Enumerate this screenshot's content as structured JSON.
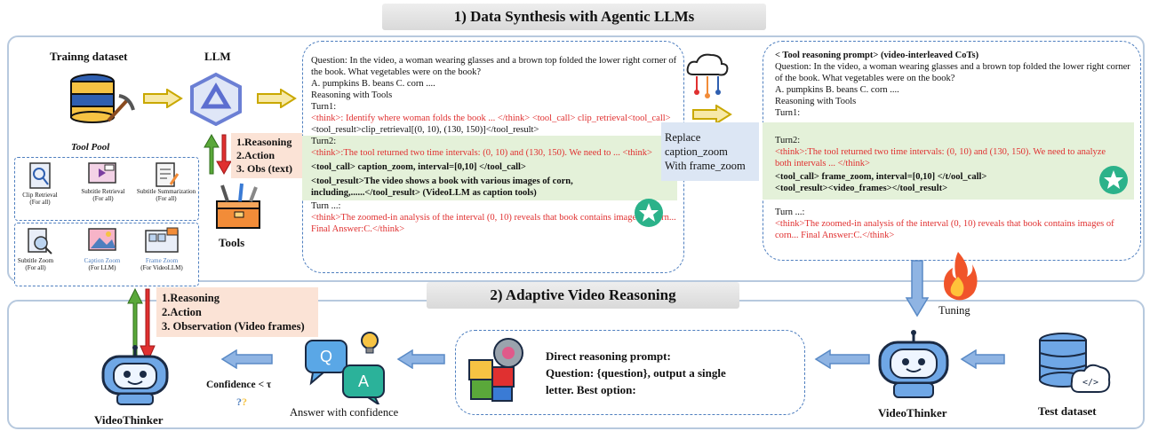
{
  "banners": {
    "top": "1) Data Synthesis with Agentic LLMs",
    "bottom": "2) Adaptive Video Reasoning"
  },
  "left_panel": {
    "training_dataset": "Trainng dataset",
    "llm": "LLM",
    "tools": "Tools",
    "tool_pool_title": "Tool Pool",
    "tools_list": [
      {
        "name": "Clip Retrieval",
        "scope": "(For all)"
      },
      {
        "name": "Subtitle Retrieval",
        "scope": "(For all)"
      },
      {
        "name": "Subtitle Summarization",
        "scope": "(For all)"
      },
      {
        "name": "Subtitle Zoom",
        "scope": "(For all)"
      },
      {
        "name": "Caption Zoom",
        "scope": "(For LLM)"
      },
      {
        "name": "Frame Zoom",
        "scope": "(For VideoLLM)"
      }
    ],
    "steps": [
      "1.Reasoning",
      "2.Action",
      "3. Obs (text)"
    ]
  },
  "cot_box": {
    "question": "Question: In the video, a woman wearing glasses and a brown top folded the lower right corner of the book. What vegetables were on the book?",
    "options": "A. pumpkins B. beans C. corn ....",
    "reasoning": "Reasoning with Tools",
    "turn1": "Turn1:",
    "turn1_think": "<think>: Identify where woman folds the book ... </think> <tool_call> clip_retrieval<tool_call>",
    "turn1_result": "<tool_result>clip_retrieval[(0, 10), (130, 150)]</tool_result>",
    "turn2": "Turn2:",
    "turn2_think": "<think>:The tool returned two time intervals: (0, 10) and (130, 150). We need to ... <think>",
    "turn2_call": "<tool_call> caption_zoom, interval=[0,10] </tool_call>",
    "turn2_result": "<tool_result>The video shows a book with various images of corn, including,......</tool_result>   (VideoLLM as caption tools)",
    "turn_n": "Turn ...:",
    "turn_n_think": "<think>The zoomed-in analysis of the interval (0, 10) reveals that book contains images of corn... Final Answer:C.</think>"
  },
  "replace_box": {
    "line1": "Replace",
    "line2": "caption_zoom",
    "line3": "With frame_zoom"
  },
  "tool_prompt_box": {
    "header": "< Tool reasoning prompt>  (video-interleaved CoTs)",
    "question": "Question: In the video, a woman wearing glasses and a brown top folded the lower right corner of the book. What vegetables were on the book?",
    "options": "A. pumpkins B. beans C. corn ....",
    "reasoning": "Reasoning with Tools",
    "turn1": "Turn1:",
    "turn2": "Turn2:",
    "turn2_think": "<think>:The tool returned two time intervals: (0, 10) and (130, 150). We need to analyze both intervals ... </think>",
    "turn2_call": "<tool_call> frame_zoom, interval=[0,10] </t/ool_call>",
    "turn2_result": "<tool_result><video_frames></tool_result>",
    "turn_n": "Turn ...:",
    "turn_n_think": "<think>The zoomed-in analysis of the interval (0, 10) reveals that book contains images of corn... Final Answer:C.</think>"
  },
  "tuning": "Tuning",
  "bottom_panel": {
    "steps": [
      "1.Reasoning",
      "2.Action",
      "3. Observation (Video frames)"
    ],
    "videothinker_left": "VideoThinker",
    "confidence": "Confidence < τ",
    "answer_with_confidence": "Answer with confidence",
    "direct_prompt": [
      "Direct reasoning prompt:",
      "Question: {question}, output a single",
      "letter. Best option:"
    ],
    "videothinker_right": "VideoThinker",
    "test_dataset": "Test dataset",
    "bubble_q": "Q",
    "bubble_a": "A"
  },
  "colors": {
    "panel_border": "#b7c9de",
    "dash_blue": "#4f7fbf",
    "red_text": "#e03030",
    "green_highlight": "#e4f1d9",
    "obs_bg": "#fbe3d6",
    "replace_bg": "#dce6f4"
  }
}
